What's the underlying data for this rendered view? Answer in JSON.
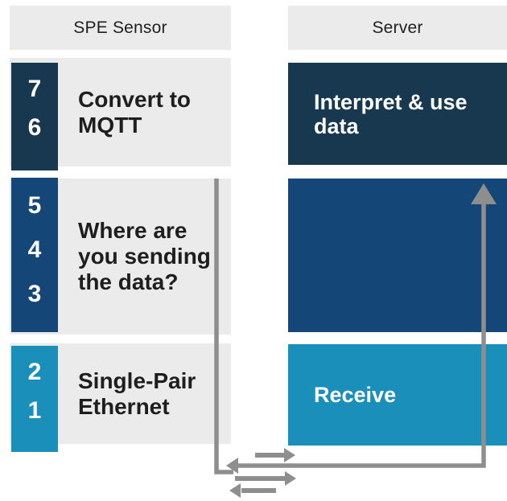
{
  "columns": {
    "sensor": {
      "header": "SPE Sensor"
    },
    "server": {
      "header": "Server"
    }
  },
  "sensor_rows": [
    {
      "layers": [
        "7",
        "6"
      ],
      "label": "Convert to\nMQTT"
    },
    {
      "layers": [
        "5",
        "4",
        "3"
      ],
      "label": "Where are\nyou sending\nthe data?"
    },
    {
      "layers": [
        "2",
        "1"
      ],
      "label": "Single-Pair\nEthernet"
    }
  ],
  "server_rows": [
    {
      "label": "Interpret & use\ndata"
    },
    {
      "label": ""
    },
    {
      "label": "Receive"
    }
  ],
  "icons": {
    "exchange": "data-exchange-arrows-icon",
    "up_arrow": "up-arrow-icon"
  },
  "colors": {
    "layer_top_navy": "#17384e",
    "layer_mid_blue": "#154678",
    "layer_bottom_teal": "#1a8fba",
    "panel_gray": "#ebebeb",
    "connector_gray": "#8e8e8e",
    "text_dark": "#1e1e1e",
    "text_white": "#ffffff"
  }
}
